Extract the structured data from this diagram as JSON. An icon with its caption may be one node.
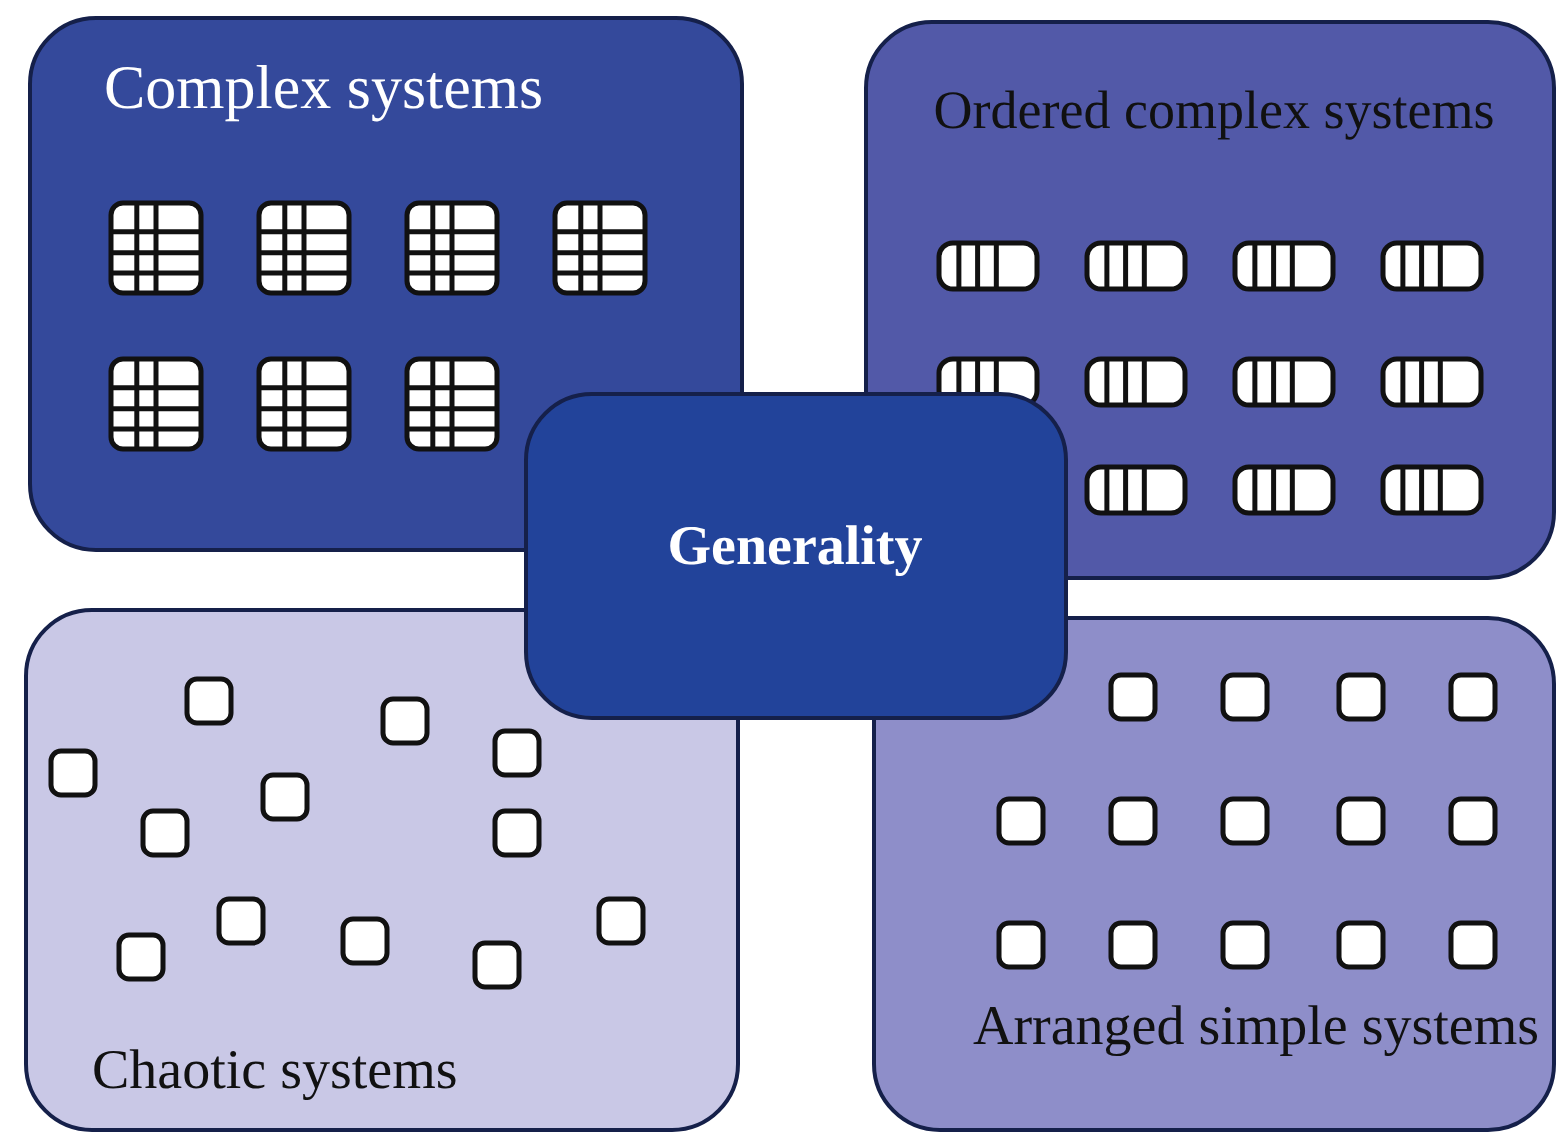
{
  "diagram": {
    "nodes": [
      {
        "text": [
          "Complex systems"
        ]
      },
      {
        "text": [
          "Ordered complex systems"
        ]
      },
      {
        "text": [
          "Generality"
        ]
      },
      {
        "text": [
          "Chaotic systems"
        ]
      },
      {
        "text": [
          "Arranged simple systems"
        ]
      }
    ]
  }
}
